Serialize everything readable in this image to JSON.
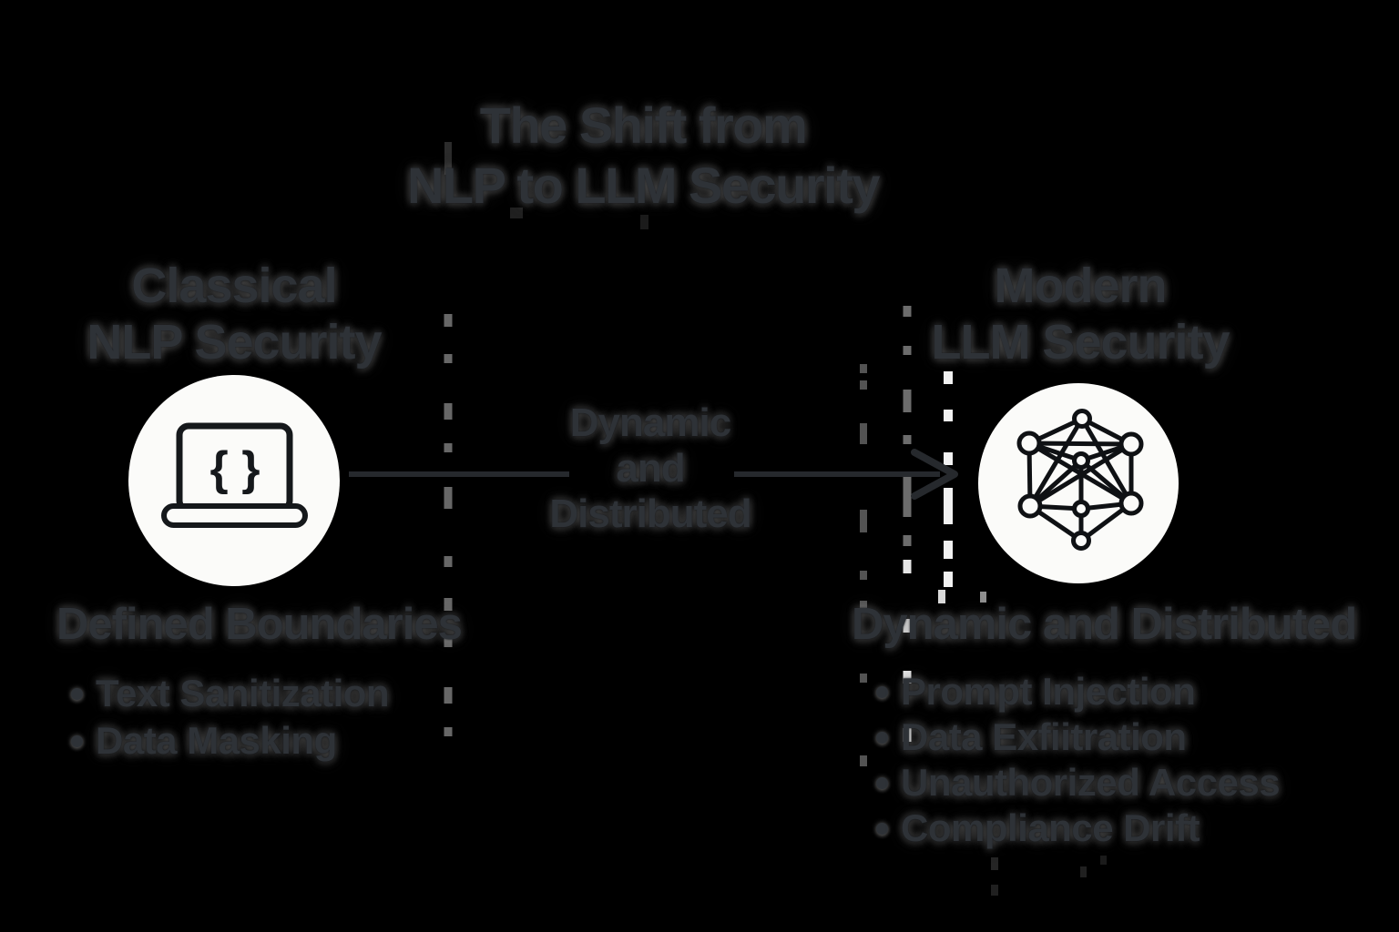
{
  "title": {
    "line1": "The Shift from",
    "line2": "NLP to LLM Security"
  },
  "left": {
    "heading_line1": "Classical",
    "heading_line2": "NLP Security",
    "icon": "laptop-code-icon",
    "icon_glyph": "{ }",
    "subheading": "Defined Boundaries",
    "bullets": [
      "Text Sanitization",
      "Data Masking"
    ]
  },
  "center": {
    "label_line1": "Dynamic",
    "label_line2": "and",
    "label_line3": "Distributed"
  },
  "right": {
    "heading_line1": "Modern",
    "heading_line2": "LLM Security",
    "icon": "neural-network-icon",
    "subheading": "Dynamic and Distributed",
    "bullets": [
      "Prompt Injection",
      "Data Exfiitration",
      "Unauthorized Access",
      "Compliance Drift"
    ]
  },
  "colors": {
    "background": "#000000",
    "text": "#2e3237",
    "halo": "#8f8f8f",
    "circle_fill": "#fbfbf9",
    "icon_stroke": "#15181b",
    "arrow": "#26292d",
    "divider_gray": "#8a8a8a",
    "divider_white": "#ffffff"
  }
}
